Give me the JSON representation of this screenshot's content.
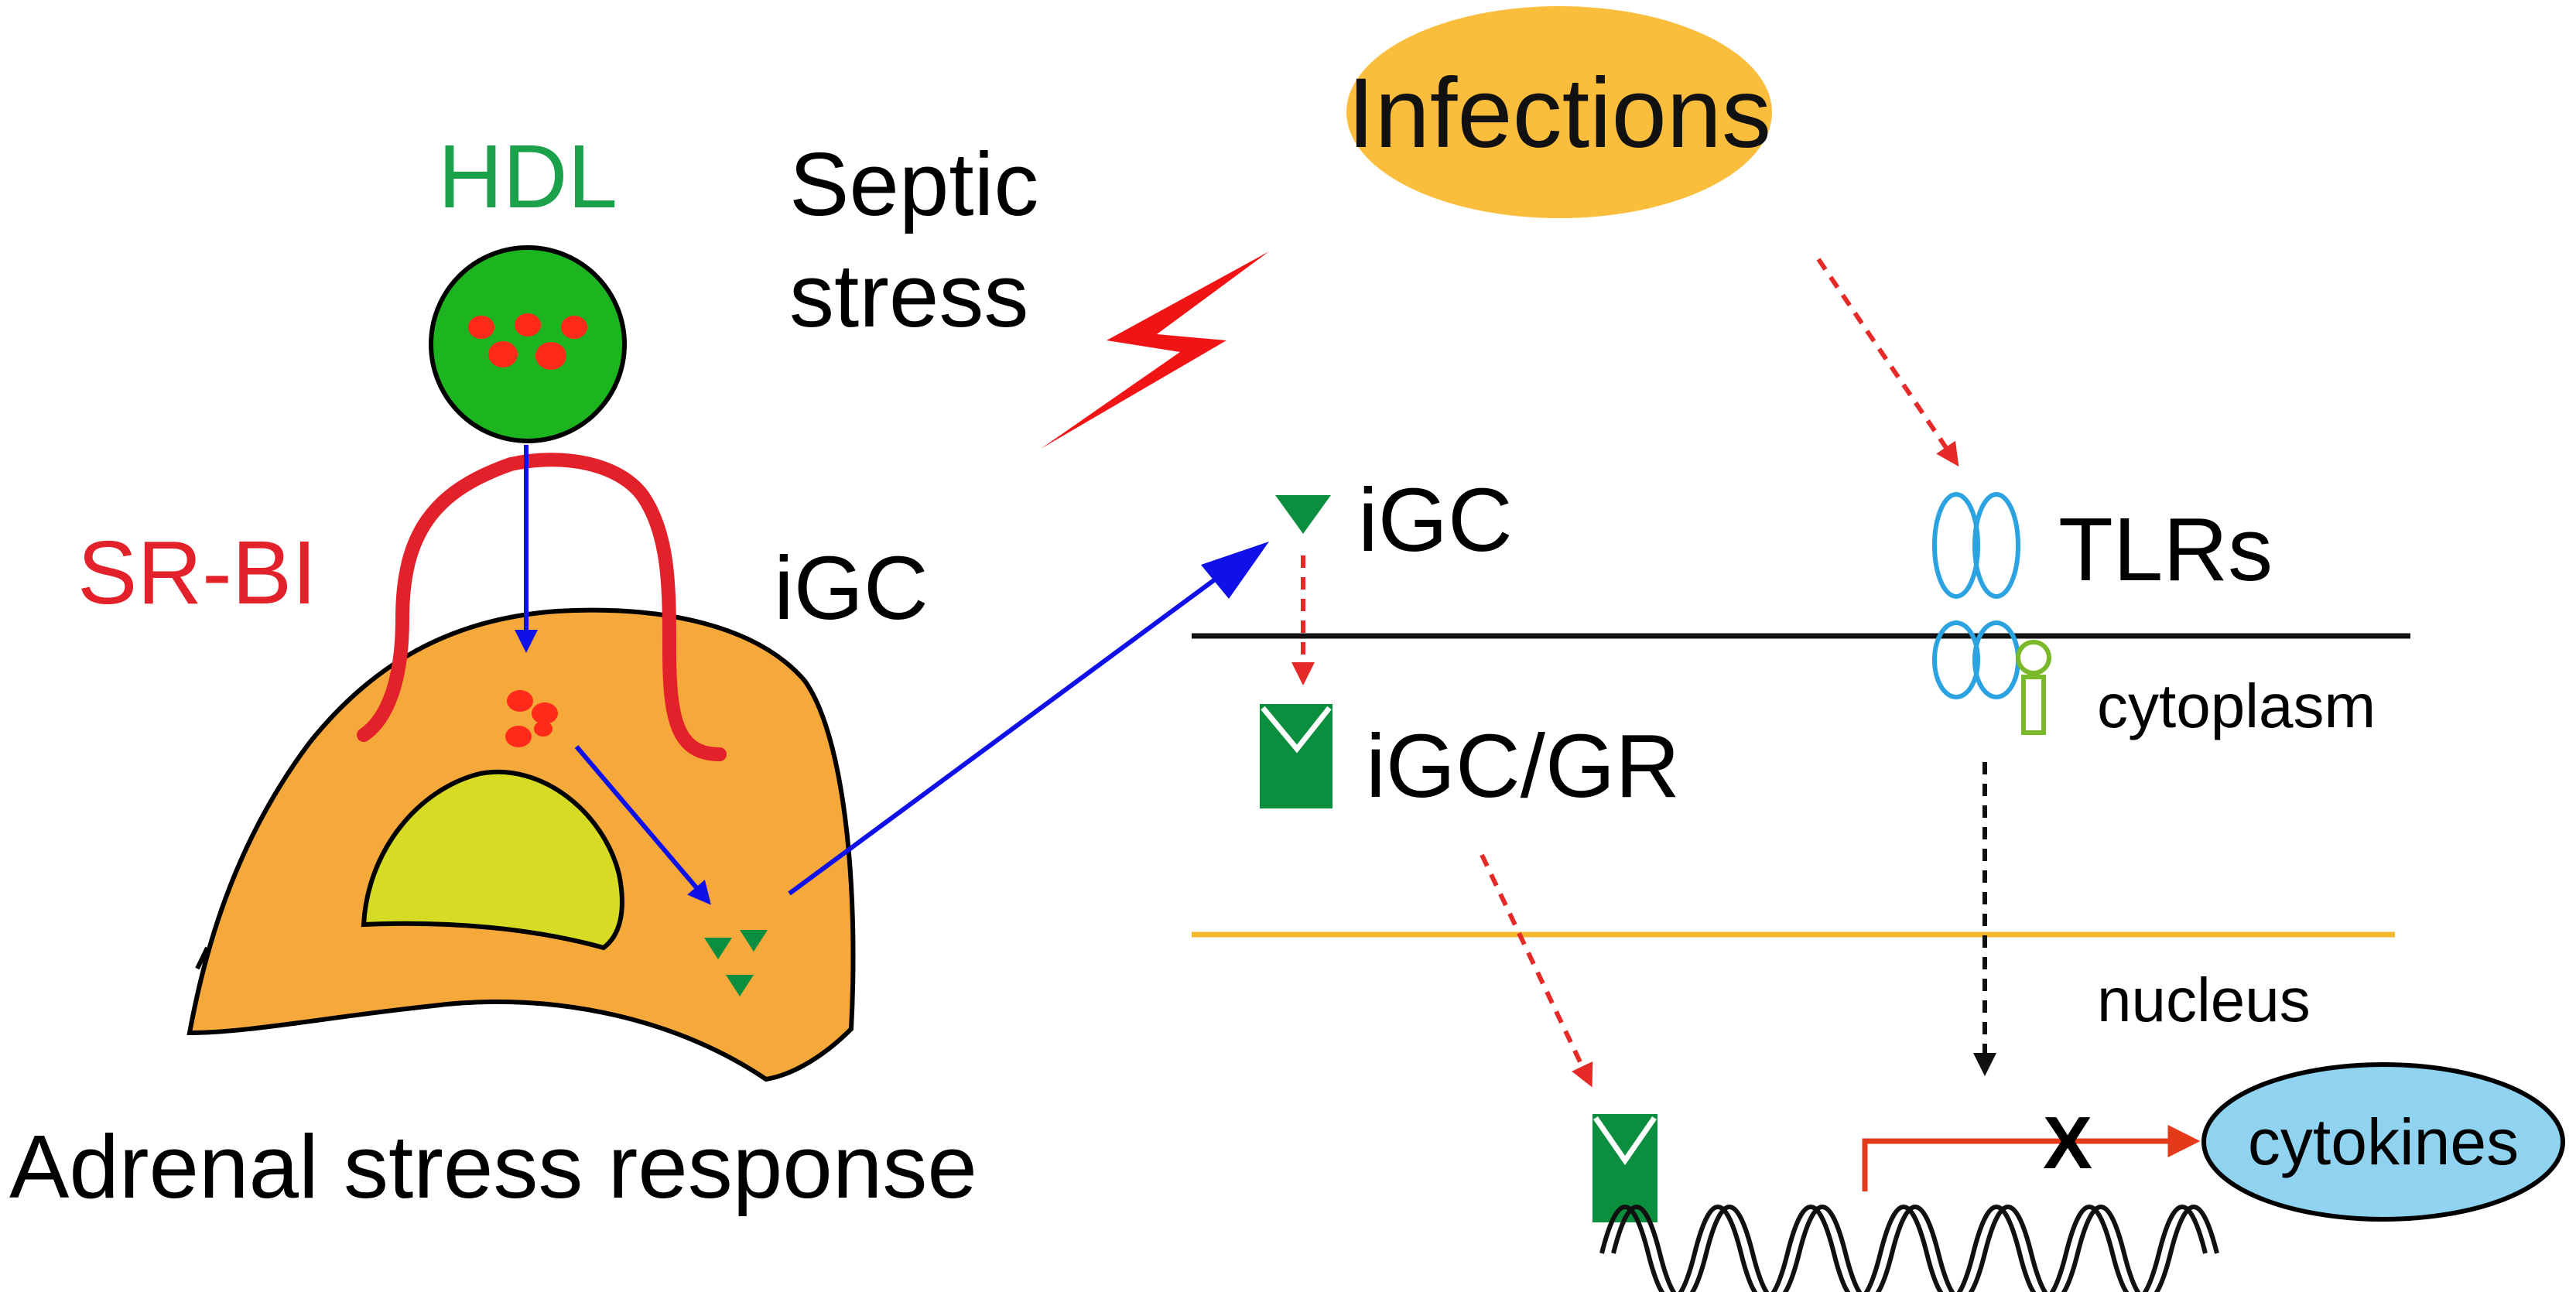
{
  "labels": {
    "hdl": "HDL",
    "srbi": "SR-BI",
    "septic_stress": [
      "Septic",
      "stress"
    ],
    "igc_left": "iGC",
    "infections": "Infections",
    "igc_right": "iGC",
    "igc_gr": "iGC/GR",
    "tlrs": "TLRs",
    "cytoplasm": "cytoplasm",
    "nucleus": "nucleus",
    "cytokines": "cytokines",
    "blocked_mark": "X",
    "adrenal_caption": "Adrenal stress response"
  },
  "colors": {
    "hdl_text": "#1aa14a",
    "hdl_fill": "#1db51f",
    "lipid_dots": "#ff2a1a",
    "srbi": "#e3212b",
    "cell_fill": "#f6a93b",
    "nucleus_fill": "#d6dc23",
    "blue_arrow": "#1010e8",
    "infections_fill": "#fbbd3c",
    "lightning": "#f01414",
    "red_dashed": "#e52a28",
    "igc_marker": "#0b8f3f",
    "tlr_outline": "#2aa3e0",
    "tlr_adapter": "#7ab929",
    "membrane": "#111111",
    "nuclear_envelope": "#f5b731",
    "cytokines_fill": "#8fd3f0",
    "transcription_arrow": "#e33a1a"
  }
}
